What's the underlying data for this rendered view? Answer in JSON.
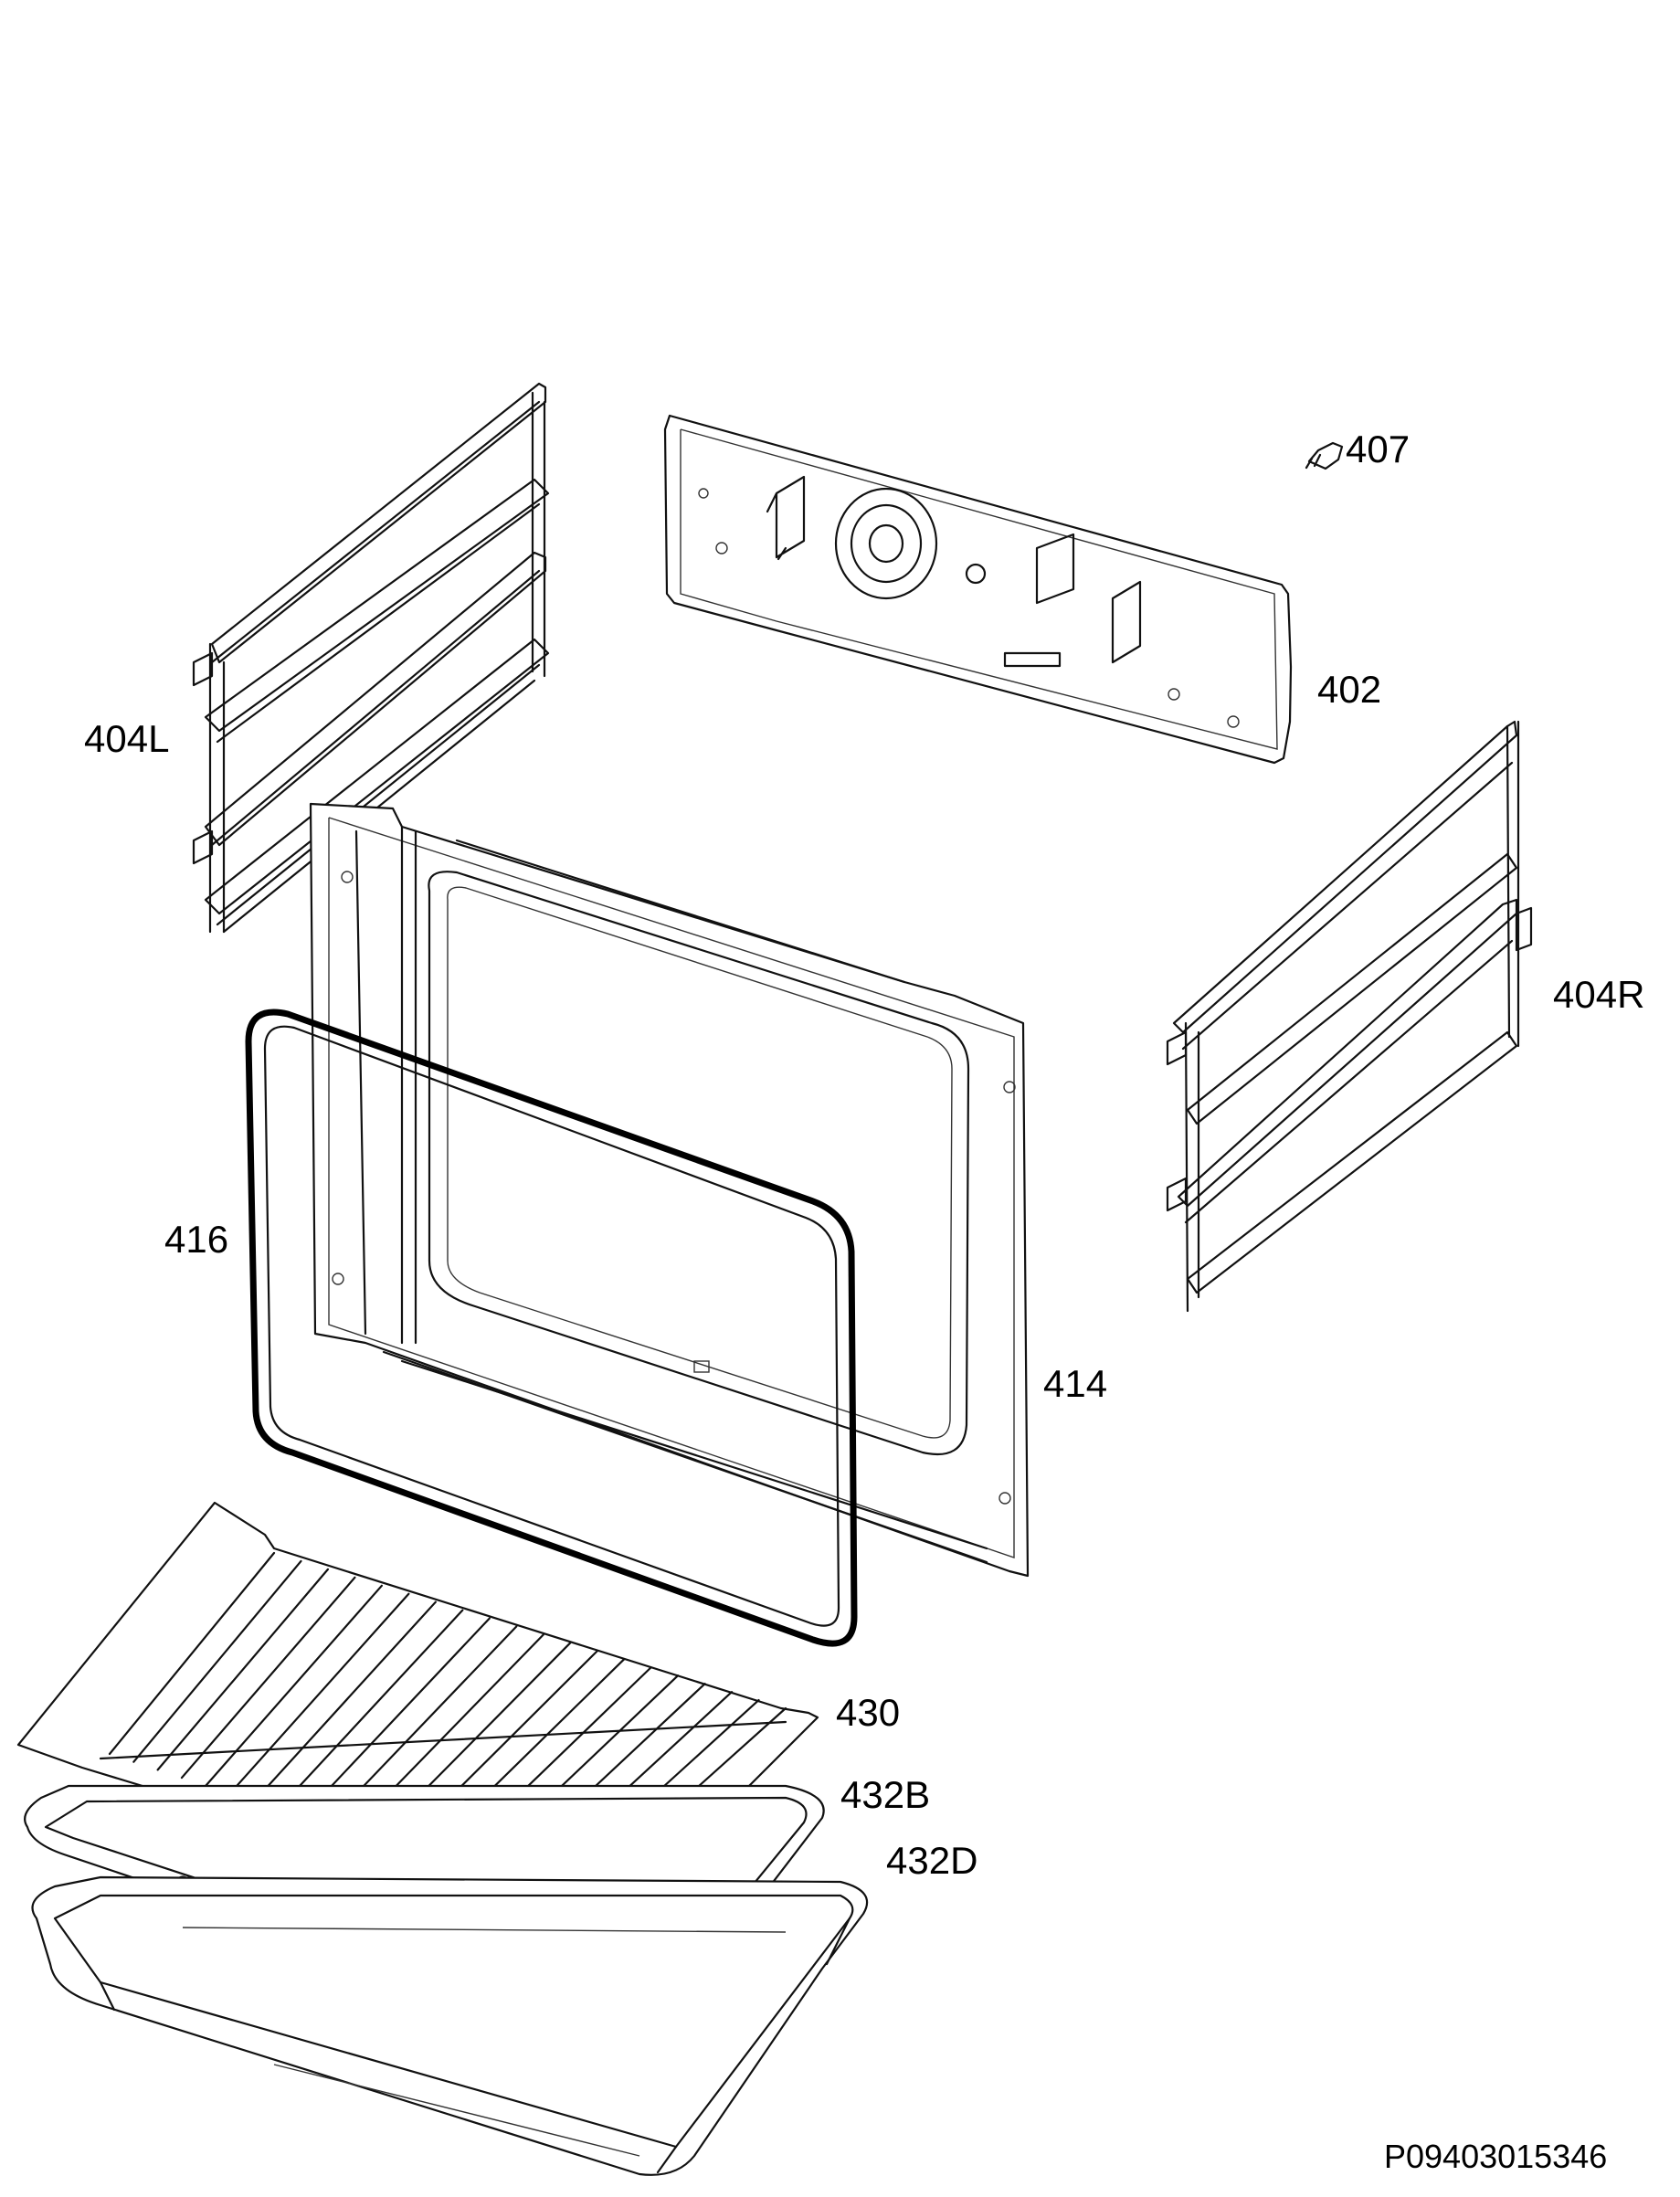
{
  "diagram": {
    "part_labels": [
      {
        "id": "407",
        "text": "407"
      },
      {
        "id": "402",
        "text": "402"
      },
      {
        "id": "404L",
        "text": "404L"
      },
      {
        "id": "404R",
        "text": "404R"
      },
      {
        "id": "416",
        "text": "416"
      },
      {
        "id": "414",
        "text": "414"
      },
      {
        "id": "430",
        "text": "430"
      },
      {
        "id": "432B",
        "text": "432B"
      },
      {
        "id": "432D",
        "text": "432D"
      }
    ],
    "document_id": "P09403015346"
  }
}
